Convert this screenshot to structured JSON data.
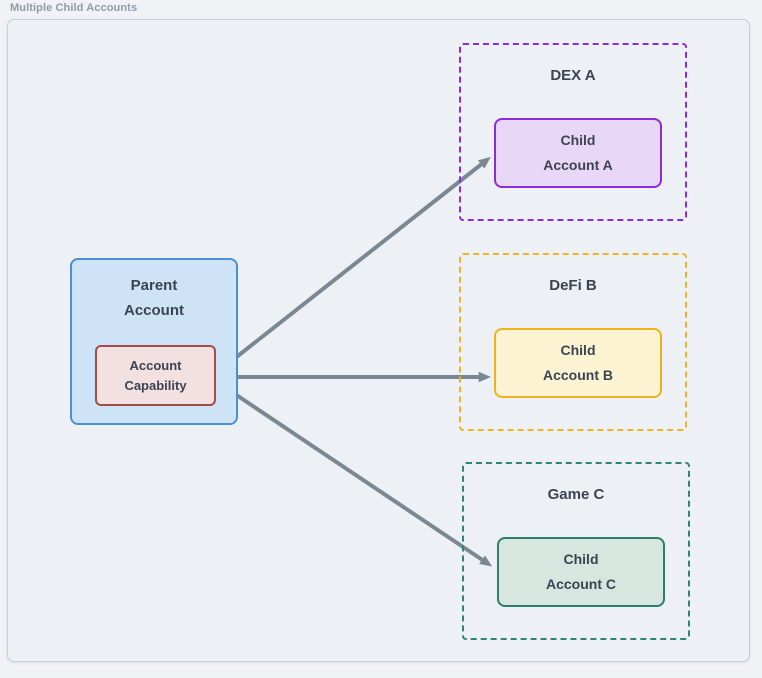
{
  "page": {
    "title": "Multiple Child Accounts",
    "background": "#f0f2f5",
    "panel_background": "#edf1f6",
    "panel_border": "#c7d0d9",
    "text_color": "#3b4452",
    "title_color": "#939ca8"
  },
  "parent": {
    "label": "Parent\nAccount",
    "fill": "#cfe3f6",
    "border": "#4a90d9",
    "capability": {
      "label": "Account\nCapability",
      "fill": "#f3e0e0",
      "border": "#a14d49"
    }
  },
  "zones": [
    {
      "label": "DEX A",
      "border": "#8b2be2",
      "child": {
        "label": "Child\nAccount A",
        "fill": "#e9d7f7",
        "border": "#8c2bd9"
      }
    },
    {
      "label": "DeFi B",
      "border": "#f0b429",
      "child": {
        "label": "Child\nAccount B",
        "fill": "#fcf3d2",
        "border": "#edb31e"
      }
    },
    {
      "label": "Game C",
      "border": "#2e8570",
      "child": {
        "label": "Child\nAccount C",
        "fill": "#d7e7df",
        "border": "#2b7f6b"
      }
    }
  ],
  "arrows": {
    "color": "#7b8894"
  }
}
